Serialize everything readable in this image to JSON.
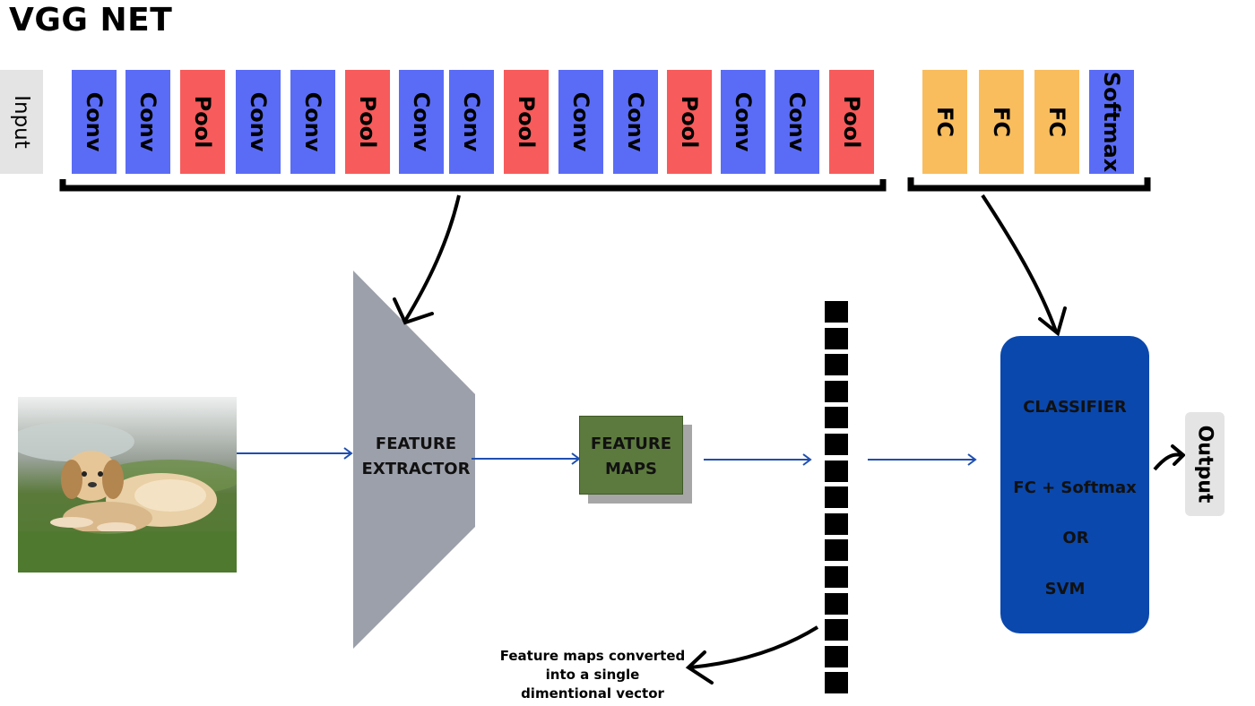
{
  "title": "VGG NET",
  "input_label": "Input",
  "output_label": "Output",
  "layers": [
    {
      "label": "Conv",
      "color": "#5a6cf5"
    },
    {
      "label": "Conv",
      "color": "#5a6cf5"
    },
    {
      "label": "Pool",
      "color": "#f75b5b"
    },
    {
      "label": "Conv",
      "color": "#5a6cf5"
    },
    {
      "label": "Conv",
      "color": "#5a6cf5"
    },
    {
      "label": "Pool",
      "color": "#f75b5b"
    },
    {
      "label": "Conv",
      "color": "#5a6cf5"
    },
    {
      "label": "Conv",
      "color": "#5a6cf5"
    },
    {
      "label": "Pool",
      "color": "#f75b5b"
    },
    {
      "label": "Conv",
      "color": "#5a6cf5"
    },
    {
      "label": "Conv",
      "color": "#5a6cf5"
    },
    {
      "label": "Pool",
      "color": "#f75b5b"
    },
    {
      "label": "Conv",
      "color": "#5a6cf5"
    },
    {
      "label": "Conv",
      "color": "#5a6cf5"
    },
    {
      "label": "Pool",
      "color": "#f75b5b"
    }
  ],
  "head_layers": [
    {
      "label": "FC",
      "color": "#f9bd5e"
    },
    {
      "label": "FC",
      "color": "#f9bd5e"
    },
    {
      "label": "FC",
      "color": "#f9bd5e"
    },
    {
      "label": "Softmax",
      "color": "#5a6cf5"
    }
  ],
  "feature_extractor": {
    "line1": "FEATURE",
    "line2": "EXTRACTOR",
    "color": "#9ca0aa"
  },
  "feature_maps": {
    "line1": "FEATURE",
    "line2": "MAPS",
    "color": "#5d7a3e"
  },
  "classifier": {
    "title": "CLASSIFIER",
    "option1": "FC + Softmax",
    "or": "OR",
    "option2": "SVM",
    "color": "#0a48ad"
  },
  "vector_note": {
    "line1": "Feature maps converted",
    "line2": "into a single",
    "line3": "dimentional vector"
  },
  "colors": {
    "arrow_blue": "#1f4fb0",
    "bracket": "#000000"
  },
  "icons": {
    "input_image": "puppy-photo-icon"
  }
}
